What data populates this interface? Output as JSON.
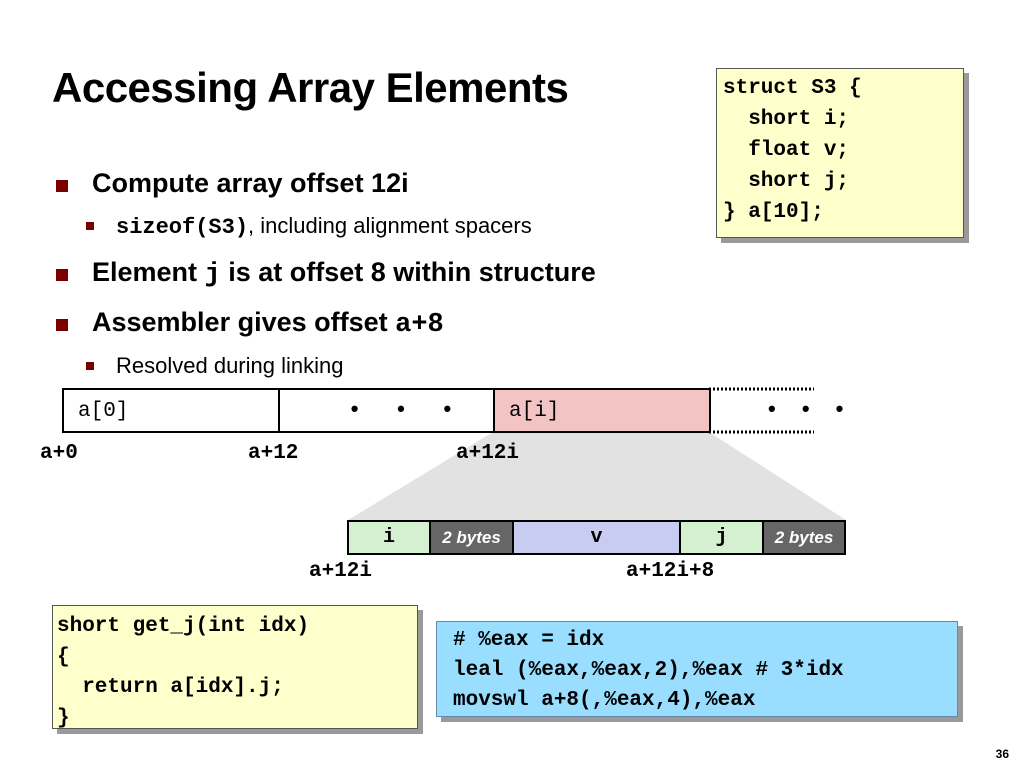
{
  "title": "Accessing Array Elements",
  "bullets": {
    "b1": "Compute array offset 12i",
    "b1_sub_code": "sizeof(S3)",
    "b1_sub_text": ", including alignment spacers",
    "b2_pre": "Element ",
    "b2_code": "j",
    "b2_post": " is at offset 8 within structure",
    "b3_pre": "Assembler gives offset ",
    "b3_code": "a+8",
    "b3_sub": "Resolved during linking"
  },
  "struct_code": "struct S3 {\n  short i;\n  float v;\n  short j;\n} a[10];",
  "array_diagram": {
    "cells": [
      "a[0]",
      "• • •",
      "a[i]",
      "• • •"
    ],
    "addresses": [
      "a+0",
      "a+12",
      "a+12i"
    ]
  },
  "struct_layout": {
    "fields": [
      "i",
      "2 bytes",
      "v",
      "j",
      "2 bytes"
    ],
    "addresses": [
      "a+12i",
      "a+12i+8"
    ]
  },
  "getj_code": "short get_j(int idx)\n{\n  return a[idx].j;\n}",
  "asm_code": "# %eax = idx\nleal (%eax,%eax,2),%eax # 3*idx\nmovswl a+8(,%eax,4),%eax",
  "page_number": "36",
  "colors": {
    "code_box_bg": "#ffffcc",
    "asm_box_bg": "#99ddff",
    "highlight_cell": "#f2c4c4",
    "short_field": "#d4f0d0",
    "float_field": "#c8ccf0",
    "padding_field": "#666666",
    "bullet_marker": "#7a0000"
  }
}
